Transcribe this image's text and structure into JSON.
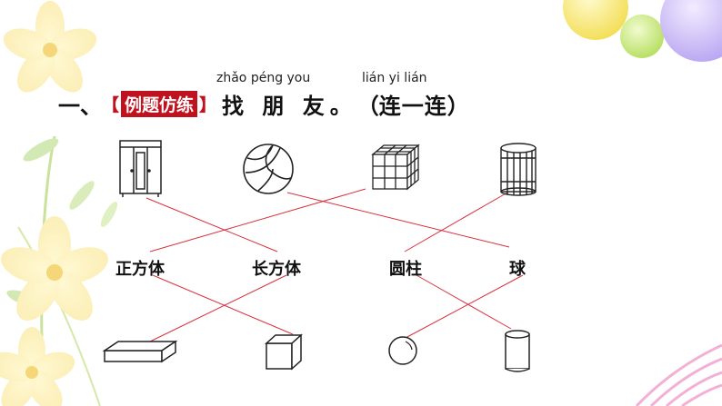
{
  "title": {
    "number": "一、",
    "badge": "例题仿练",
    "main": "找 朋 友。",
    "paren_open": "（",
    "paren_text": "连一连",
    "paren_close": "）",
    "pinyin_left": "zhǎo péng you",
    "pinyin_right": "lián yi lián"
  },
  "labels": [
    "正方体",
    "长方体",
    "圆柱",
    "球"
  ],
  "colors": {
    "line": "#d9313e",
    "badge": "#c0121e",
    "flower": "#f6e58a",
    "ball_yellow": "#f7e65a",
    "ball_green": "#c9e97a",
    "ball_purple": "#c9b8f5"
  },
  "top_objects": [
    "wardrobe-icon",
    "volleyball-icon",
    "rubiks-cube-icon",
    "wooden-barrel-icon"
  ],
  "bottom_objects": [
    "cuboid-block-icon",
    "cube-icon",
    "sphere-icon",
    "cylinder-icon"
  ]
}
